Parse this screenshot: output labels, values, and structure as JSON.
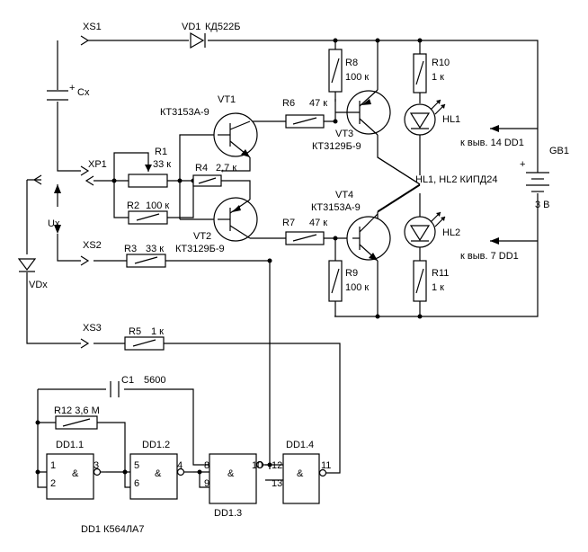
{
  "labels": {
    "xs1": "XS1",
    "vd1": "VD1",
    "vd1_type": "КД522Б",
    "cx": "Cx",
    "cx_plus": "+",
    "xp1": "XP1",
    "r1": "R1",
    "r1_val": "33 к",
    "r2": "R2",
    "r2_val": "100 к",
    "r3": "R3",
    "r3_val": "33 к",
    "r4": "R4",
    "r4_val": "2,7 к",
    "r5": "R5",
    "r5_val": "1 к",
    "r6": "R6",
    "r6_val": "47 к",
    "r7": "R7",
    "r7_val": "47 к",
    "r8": "R8",
    "r8_val": "100 к",
    "r9": "R9",
    "r9_val": "100 к",
    "r10": "R10",
    "r10_val": "1 к",
    "r11": "R11",
    "r11_val": "1 к",
    "r12": "R12 3,6 М",
    "c1": "C1",
    "c1_val": "5600",
    "vt1": "VT1",
    "vt1_type": "КТ3153А-9",
    "vt2": "VT2",
    "vt2_type": "КТ3129Б-9",
    "vt3": "VT3",
    "vt3_type": "КТ3129Б-9",
    "vt4": "VT4",
    "vt4_type": "КТ3153А-9",
    "hl1": "HL1",
    "hl2": "HL2",
    "hl_type": "HL1, HL2 КИПД24",
    "ux": "Ux",
    "xs2": "XS2",
    "xs3": "XS3",
    "vdx": "VDx",
    "gb1": "GB1",
    "gb_plus": "+",
    "gb_volt": "3 В",
    "pin14": "к выв. 14 DD1",
    "pin7": "к выв. 7 DD1",
    "dd11": "DD1.1",
    "dd12": "DD1.2",
    "dd13": "DD1.3",
    "dd14": "DD1.4",
    "amp": "&",
    "p1": "1",
    "p2": "2",
    "p3": "3",
    "p4": "4",
    "p5": "5",
    "p6": "6",
    "p8": "8",
    "p9": "9",
    "p10": "10",
    "p11": "11",
    "p12": "12",
    "p13": "13",
    "dd1_type": "DD1 К564ЛА7"
  }
}
